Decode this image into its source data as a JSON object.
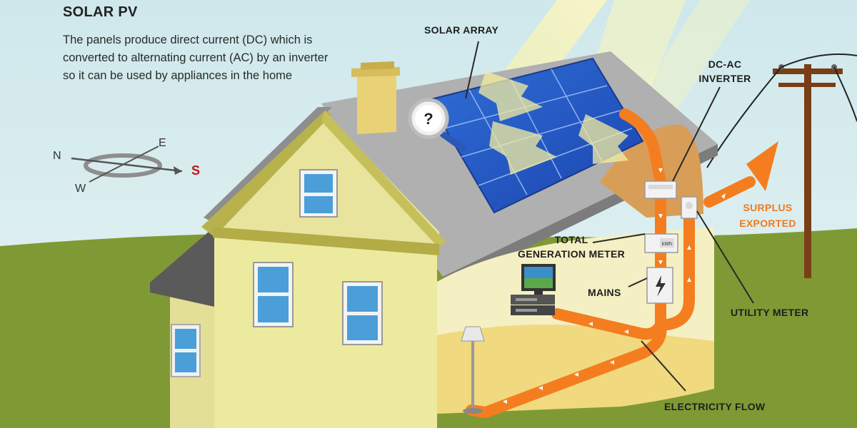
{
  "header": {
    "title": "SOLAR PV",
    "description": "The panels produce direct current (DC) which is converted to alternating current (AC) by an inverter so it can be used by appliances in the home"
  },
  "labels": {
    "solar_array": "SOLAR ARRAY",
    "inverter": "DC-AC\nINVERTER",
    "total_generation_meter": "TOTAL\nGENERATION METER",
    "mains": "MAINS",
    "utility_meter": "UTILITY METER",
    "surplus_exported": "SURPLUS\nEXPORTED",
    "electricity_flow": "ELECTRICITY FLOW"
  },
  "compass": {
    "north": "N",
    "east": "E",
    "south": "S",
    "west": "W"
  },
  "panel_symbol": "?",
  "meter_display": "kWh",
  "colors": {
    "sky": "#d6ebee",
    "grass": "#7f9a34",
    "wall": "#ede9a4",
    "roof": "#a9a9a9",
    "flow": "#f47d20",
    "solar_panel": "#2456c4",
    "accent_south": "#c5121a"
  }
}
